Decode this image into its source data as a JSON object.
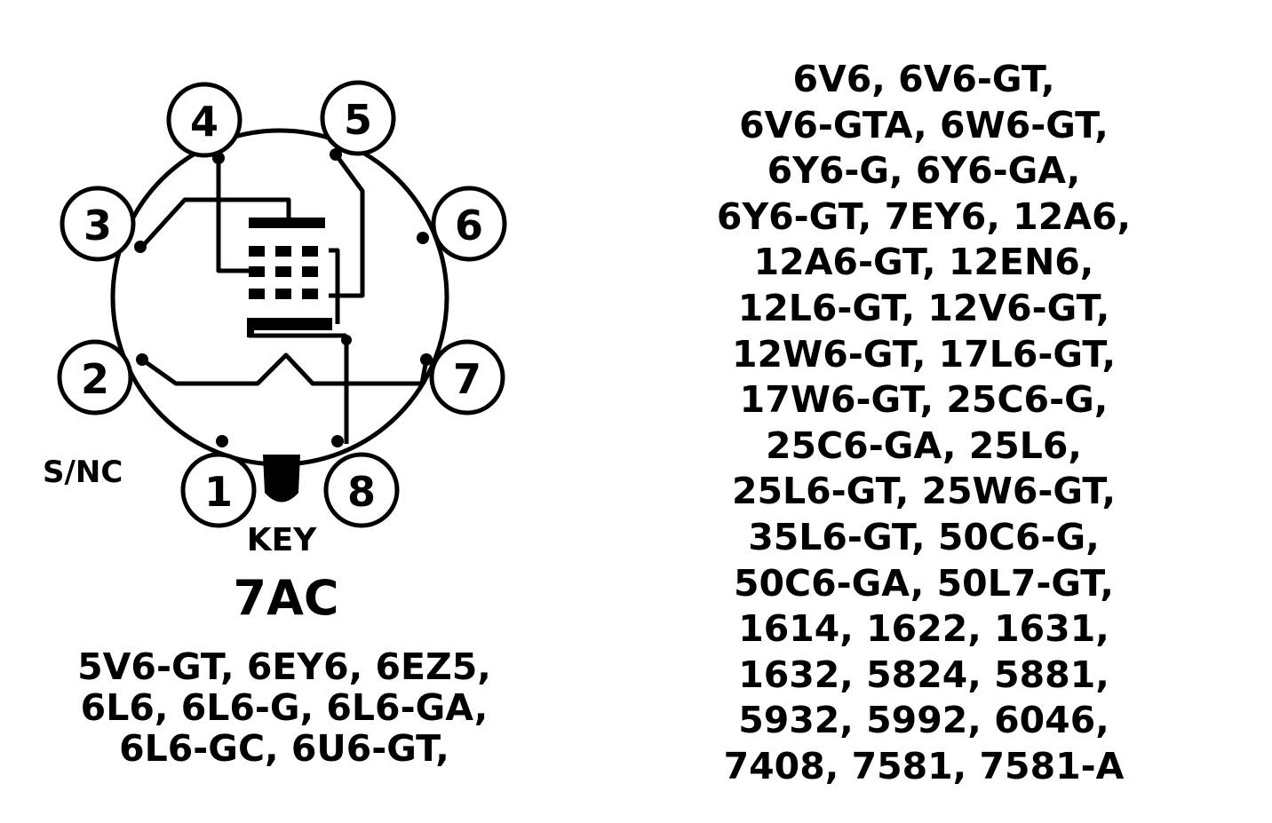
{
  "diagram": {
    "pins": [
      {
        "id": "1",
        "label": "1"
      },
      {
        "id": "2",
        "label": "2"
      },
      {
        "id": "3",
        "label": "3"
      },
      {
        "id": "4",
        "label": "4"
      },
      {
        "id": "5",
        "label": "5"
      },
      {
        "id": "6",
        "label": "6"
      },
      {
        "id": "7",
        "label": "7"
      },
      {
        "id": "8",
        "label": "8"
      }
    ],
    "pin1_note": "S/NC",
    "key_label": "KEY",
    "base_code": "7AC"
  },
  "left_list": {
    "lines": [
      "5V6-GT,  6EY6,  6EZ5,",
      "6L6,  6L6-G,  6L6-GA,",
      "6L6-GC, 6U6-GT,"
    ]
  },
  "right_list": {
    "lines": [
      "6V6, 6V6-GT,",
      "6V6-GTA, 6W6-GT,",
      "6Y6-G, 6Y6-GA,",
      "6Y6-GT,  7EY6,  12A6,",
      "12A6-GT, 12EN6,",
      "12L6-GT, 12V6-GT,",
      "12W6-GT, 17L6-GT,",
      "17W6-GT, 25C6-G,",
      "25C6-GA, 25L6,",
      "25L6-GT, 25W6-GT,",
      "35L6-GT, 50C6-G,",
      "50C6-GA, 50L7-GT,",
      "1614, 1622, 1631,",
      "1632, 5824, 5881,",
      "5932, 5992, 6046,",
      "7408, 7581, 7581-A"
    ]
  }
}
